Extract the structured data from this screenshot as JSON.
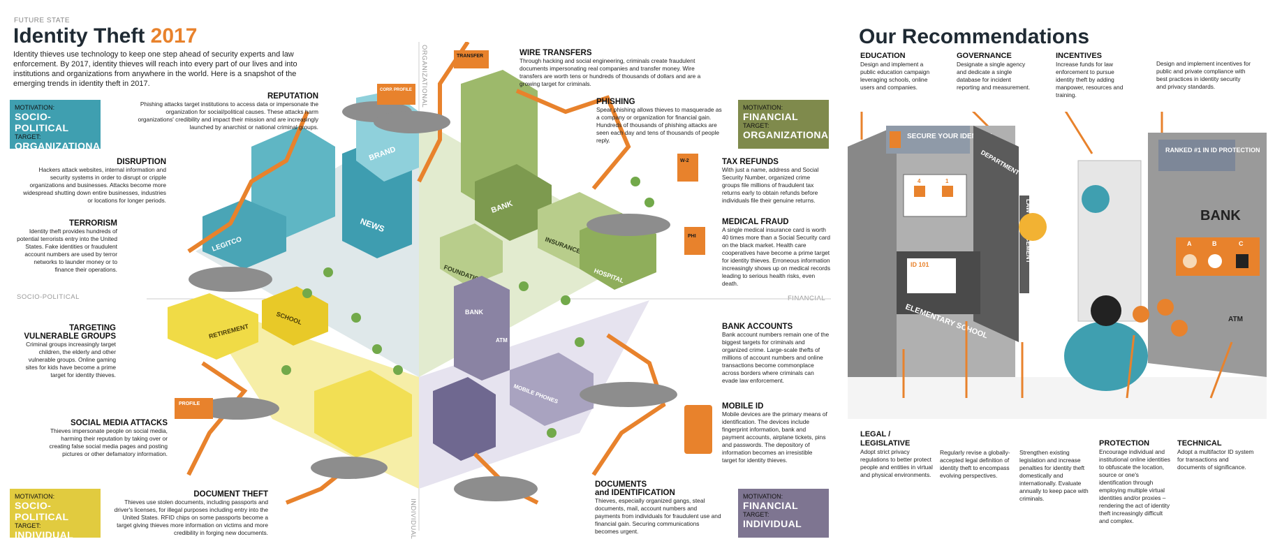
{
  "left": {
    "kicker": "FUTURE STATE",
    "title_main": "Identity Theft",
    "title_year": "2017",
    "intro": "Identity thieves use technology to keep one step ahead of security experts and law enforcement. By 2017, identity thieves will reach into every part of our lives and into institutions and organizations from anywhere in the world. Here is a snapshot of the emerging trends in identity theft in 2017.",
    "motivations": [
      {
        "small_a": "MOTIVATION:",
        "big_a": "SOCIO-POLITICAL",
        "small_b": "TARGET:",
        "big_b": "ORGANIZATIONAL",
        "color": "#3f9fb0"
      },
      {
        "small_a": "MOTIVATION:",
        "big_a": "FINANCIAL",
        "small_b": "TARGET:",
        "big_b": "ORGANIZATIONAL",
        "color": "#7f8a4c"
      },
      {
        "small_a": "MOTIVATION:",
        "big_a": "SOCIO-POLITICAL",
        "small_b": "TARGET:",
        "big_b": "INDIVIDUAL",
        "color": "#e1cb3f"
      },
      {
        "small_a": "MOTIVATION:",
        "big_a": "FINANCIAL",
        "small_b": "TARGET:",
        "big_b": "INDIVIDUAL",
        "color": "#7e7591"
      }
    ],
    "axes": {
      "top": "ORGANIZATIONAL",
      "bottom": "INDIVIDUAL",
      "left": "SOCIO-POLITICAL",
      "right": "FINANCIAL"
    },
    "sections": {
      "reputation": {
        "h": "REPUTATION",
        "t": "Phishing attacks target institutions to access data or impersonate the organization for social/political causes. These attacks harm organizations' credibility and impact their mission and are increasingly launched by anarchist or national criminal groups."
      },
      "disruption": {
        "h": "DISRUPTION",
        "t": "Hackers attack websites, internal information and security systems in order to disrupt or cripple organizations and businesses. Attacks become more widespread shutting down entire businesses, industries or locations for longer periods."
      },
      "terrorism": {
        "h": "TERRORISM",
        "t": "Identity theft provides hundreds of potential terrorists entry into the United States. Fake identities or fraudulent account numbers are used by terror networks to launder money or to finance their operations."
      },
      "targeting": {
        "h1": "TARGETING",
        "h2": "VULNERABLE GROUPS",
        "t": "Criminal groups increasingly target children, the elderly and other vulnerable groups. Online gaming sites for kids have become a prime target for identity thieves."
      },
      "social": {
        "h": "SOCIAL MEDIA ATTACKS",
        "t": "Thieves impersonate people on social media, harming their reputation by taking over or creating false social media pages and posting pictures or other defamatory information."
      },
      "document": {
        "h": "DOCUMENT THEFT",
        "t": "Thieves use stolen documents, including passports and driver's licenses, for illegal purposes including entry into the United States. RFID chips on some passports become a target giving thieves more information on victims and more credibility in forging new documents."
      },
      "wire": {
        "h": "WIRE TRANSFERS",
        "t": "Through hacking and social engineering, criminals create fraudulent documents impersonating real companies and transfer money. Wire transfers are worth tens or hundreds of thousands of dollars and are a growing target for criminals."
      },
      "phishing": {
        "h": "PHISHING",
        "t": "Spear phishing allows thieves to masquerade as a company or organization for financial gain. Hundreds of thousands of phishing attacks are seen each day and tens of thousands of people reply."
      },
      "tax": {
        "h": "TAX REFUNDS",
        "t": "With just a name, address and Social Security Number, organized crime groups file millions of fraudulent tax returns early to obtain refunds before individuals file their genuine returns."
      },
      "medical": {
        "h": "MEDICAL FRAUD",
        "t": "A single medical insurance card is worth 40 times more than a Social Security card on the black market. Health care cooperatives have become a prime target for identity thieves. Erroneous information increasingly shows up on medical records leading to serious health risks, even death."
      },
      "bank": {
        "h": "BANK ACCOUNTS",
        "t": "Bank account numbers remain one of the biggest targets for criminals and organized crime. Large-scale thefts of millions of account numbers and online transactions become commonplace across borders where criminals can evade law enforcement."
      },
      "mobile": {
        "h": "MOBILE ID",
        "t": "Mobile devices are the primary means of identification. The devices include fingerprint information, bank and payment accounts, airplane tickets, pins and passwords. The depository of information becomes an irresistible target for identity thieves."
      },
      "documents_id": {
        "h1": "DOCUMENTS",
        "h2": "and IDENTIFICATION",
        "t": "Thieves, especially organized gangs, steal documents, mail, account numbers and payments from individuals for fraudulent use and financial gain. Securing communications becomes urgent."
      }
    },
    "city_labels": {
      "brand": "BRAND",
      "news": "NEWS",
      "legitco": "LEGITCO",
      "retirement": "RETIREMENT",
      "school": "SCHOOL",
      "bank": "BANK",
      "insurance": "INSURANCE",
      "hospital": "HOSPITAL",
      "foundation": "FOUNDATION",
      "bank2": "BANK",
      "atm": "ATM",
      "mobile_phones": "MOBILE PHONES",
      "transfer": "TRANSFER",
      "corp_profile": "CORP. PROFILE",
      "profile": "PROFILE",
      "w2": "W-2",
      "phi": "PHI"
    }
  },
  "right": {
    "title": "Our Recommendations",
    "top": [
      {
        "h": "EDUCATION",
        "t": "Design and implement a public education campaign leveraging schools, online users and companies."
      },
      {
        "h": "GOVERNANCE",
        "t": "Designate a single agency and dedicate a single database for incident reporting and measurement."
      },
      {
        "h": "INCENTIVES",
        "t": "Increase funds for law enforcement to pursue identity theft by adding manpower, resources and training."
      },
      {
        "h": "",
        "t": "Design and implement incentives for public and private compliance with best practices in identity security and privacy standards."
      }
    ],
    "bottom": [
      {
        "h1": "LEGAL /",
        "h2": "LEGISLATIVE",
        "t": "Adopt strict privacy regulations to better protect people and entities in virtual and physical environments."
      },
      {
        "h1": "",
        "h2": "",
        "t": "Regularly revise a globally-accepted legal definition of identity theft to encompass evolving perspectives."
      },
      {
        "h1": "",
        "h2": "",
        "t": "Strengthen existing legislation and increase penalties for identity theft domestically and internationally. Evaluate annually to keep pace with criminals."
      },
      {
        "h1": "",
        "h2": "PROTECTION",
        "t": "Encourage individual and institutional online identities to obfuscate the location, source or one's identification through employing multiple virtual identities and/or proxies – rendering the act of identity theft increasingly difficult and complex."
      },
      {
        "h1": "",
        "h2": "TECHNICAL",
        "t": "Adopt a multifactor ID system for transactions and documents of significance."
      }
    ],
    "illus_labels": {
      "billboard": "SECURE YOUR IDENTITY",
      "dept": "DEPARTMENT OF IDENTITY SECURITY",
      "law": "LAW ENFORCEMENT",
      "school": "ELEMENTARY SCHOOL",
      "id101": "ID 101",
      "ranked": "RANKED #1 IN ID PROTECTION",
      "bank": "BANK",
      "atm": "ATM",
      "abc_a": "A",
      "abc_b": "B",
      "abc_c": "C",
      "board_4": "4",
      "board_1": "1"
    }
  }
}
